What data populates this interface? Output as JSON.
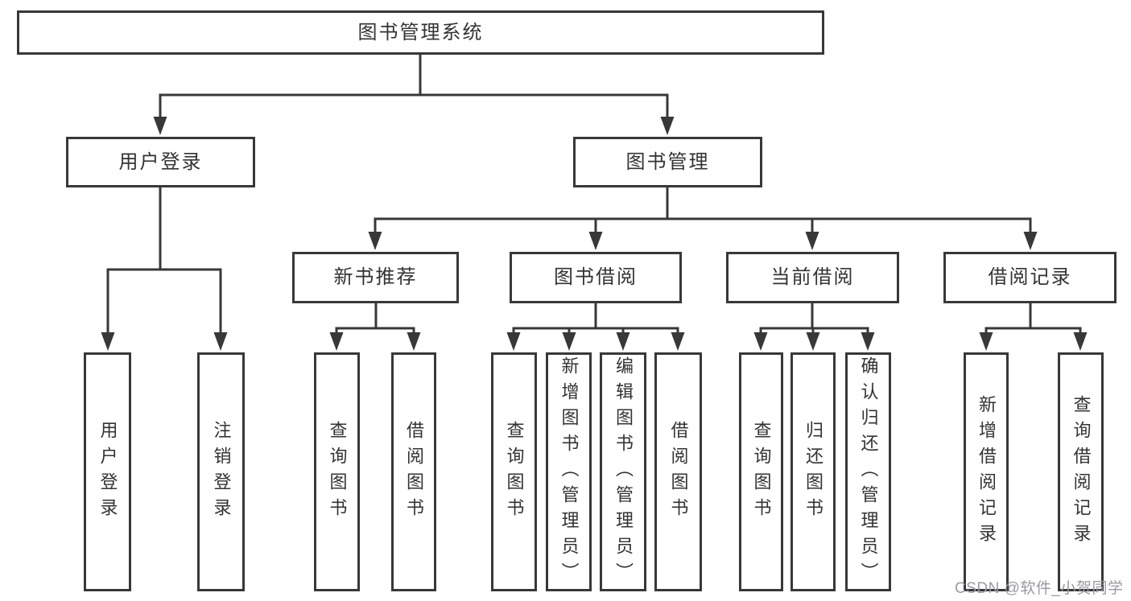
{
  "diagram_title": "图书管理系统",
  "nodes": {
    "root": "图书管理系统",
    "user_login": "用户登录",
    "book_mgmt": "图书管理",
    "login_leaf": "用户登录",
    "logout_leaf": "注销登录",
    "new_rec": "新书推荐",
    "book_borrow": "图书借阅",
    "current_borrow": "当前借阅",
    "records": "借阅记录",
    "rec_query": "查询图书",
    "rec_borrow": "借阅图书",
    "bb_query": "查询图书",
    "bb_add": "新增图书（管理员）",
    "bb_edit": "编辑图书（管理员）",
    "bb_borrow": "借阅图书",
    "cb_query": "查询图书",
    "cb_return": "归还图书",
    "cb_confirm": "确认归还（管理员）",
    "rd_add": "新增借阅记录",
    "rd_query": "查询借阅记录"
  },
  "structure": {
    "图书管理系统": {
      "用户登录": [
        "用户登录",
        "注销登录"
      ],
      "图书管理": {
        "新书推荐": [
          "查询图书",
          "借阅图书"
        ],
        "图书借阅": [
          "查询图书",
          "新增图书（管理员）",
          "编辑图书（管理员）",
          "借阅图书"
        ],
        "当前借阅": [
          "查询图书",
          "归还图书",
          "确认归还（管理员）"
        ],
        "借阅记录": [
          "新增借阅记录",
          "查询借阅记录"
        ]
      }
    }
  },
  "watermark": "CSDN @软件_小贺同学",
  "colors": {
    "line": "#383838",
    "text": "#333333",
    "background": "#ffffff",
    "watermark": "#9a9aa2"
  }
}
